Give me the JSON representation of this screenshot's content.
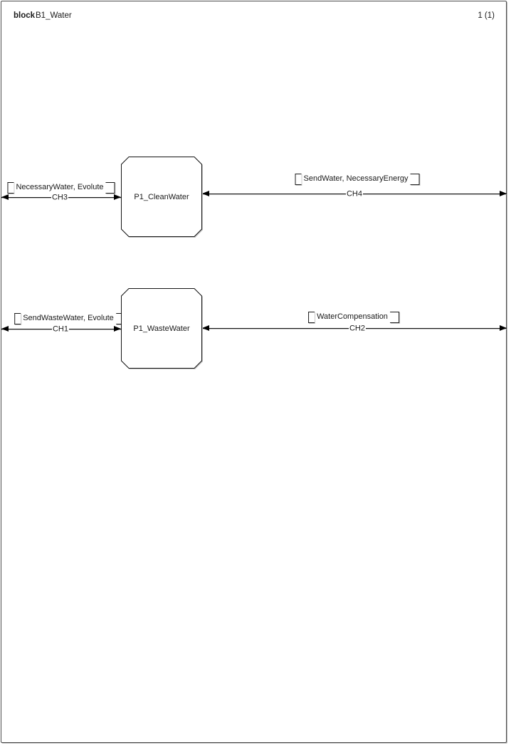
{
  "header": {
    "kind": "block",
    "name": "B1_Water",
    "page": "1 (1)"
  },
  "diagram": {
    "type": "sdl-block-diagram",
    "processes": [
      {
        "id": "p1",
        "label": "P1_CleanWater"
      },
      {
        "id": "p2",
        "label": "P1_WasteWater"
      }
    ],
    "channels": [
      {
        "name": "CH3",
        "signal_list": "NecessaryWater, Evolute",
        "connects": "frame-left to P1_CleanWater",
        "direction": "bidirectional"
      },
      {
        "name": "CH4",
        "signal_list": "SendWater, NecessaryEnergy",
        "connects": "P1_CleanWater to frame-right",
        "direction": "bidirectional"
      },
      {
        "name": "CH1",
        "signal_list": "SendWasteWater, Evolute",
        "connects": "frame-left to P1_WasteWater",
        "direction": "bidirectional"
      },
      {
        "name": "CH2",
        "signal_list": "WaterCompensation",
        "connects": "P1_WasteWater to frame-right",
        "direction": "bidirectional"
      }
    ],
    "colors": {
      "line": "#141414",
      "frame": "#4f4f4f",
      "background": "#ffffff",
      "shadow": "#c4c4c4"
    }
  }
}
